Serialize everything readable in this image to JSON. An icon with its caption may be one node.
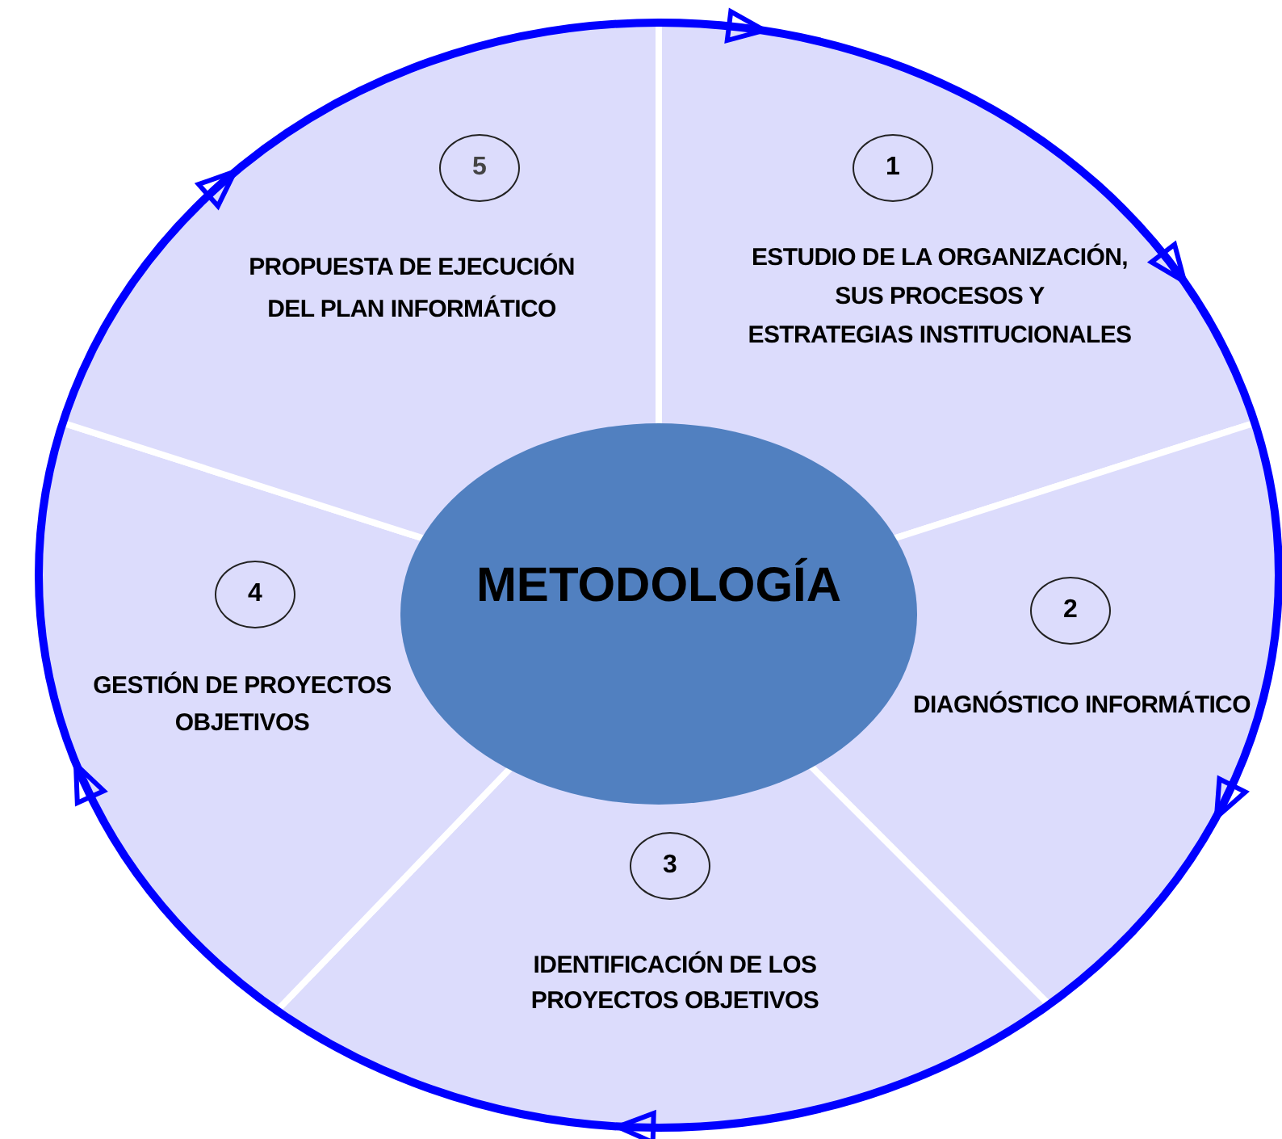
{
  "diagram": {
    "nodes": [
      {
        "text": [
          "ESTUDIO DE LA ORGANIZACIÓN, SUS PROCESOS Y ESTRATEGIAS INSTITUCIONALES"
        ]
      },
      {
        "text": [
          "1"
        ],
        "in": 0
      },
      {
        "text": [
          "DIAGNÓSTICO INFORMÁTICO"
        ]
      },
      {
        "text": [
          "2"
        ],
        "in": 2
      },
      {
        "text": [
          "IDENTIFICACIÓN DE LOS PROYECTOS OBJETIVOS"
        ]
      },
      {
        "text": [
          "3"
        ],
        "in": 4
      },
      {
        "text": [
          "GESTIÓN DE PROYECTOS OBJETIVOS"
        ]
      },
      {
        "text": [
          "4"
        ],
        "in": 6
      },
      {
        "text": [
          "PROPUESTA DE EJECUCIÓN DEL PLAN INFORMÁTICO"
        ]
      },
      {
        "text": [
          "5"
        ],
        "in": 8
      },
      {
        "text": [
          "METODOLOGÍA"
        ]
      }
    ],
    "edges": []
  }
}
